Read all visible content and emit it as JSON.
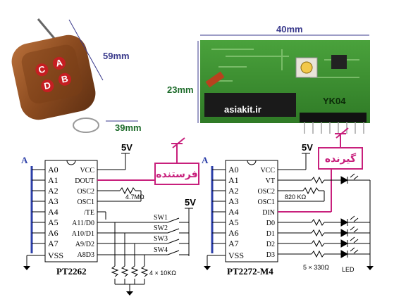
{
  "photo": {
    "remote_width": "59mm",
    "remote_height": "39mm",
    "module_width": "40mm",
    "module_height": "23mm",
    "brand": "asiakit.ir",
    "module_label": "YK04",
    "button_labels": [
      "C",
      "A",
      "D",
      "B"
    ]
  },
  "transmitter": {
    "bus_label": "A",
    "left_pins": [
      "A0",
      "A1",
      "A2",
      "A3",
      "A4",
      "A5",
      "A6",
      "A7",
      "VSS"
    ],
    "right_pins": [
      "VCC",
      "DOUT",
      "OSC2",
      "OSC1",
      "/TE",
      "A11/D0",
      "A10/D1",
      "A9/D2",
      "A8D3"
    ],
    "chip_name": "PT2262",
    "supply_label": "5V",
    "supply_label_2": "5V",
    "osc_resistor": "4.7MΩ",
    "switches": [
      "SW1",
      "SW2",
      "SW3",
      "SW4"
    ],
    "pull_resistors": "4 × 10KΩ",
    "title_fa": "فرستنده"
  },
  "receiver": {
    "bus_label": "A",
    "left_pins": [
      "A0",
      "A1",
      "A2",
      "A3",
      "A4",
      "A5",
      "A6",
      "A7",
      "VSS"
    ],
    "right_pins": [
      "VCC",
      "VT",
      "OSC2",
      "OSC1",
      "DIN",
      "D0",
      "D1",
      "D2",
      "D3"
    ],
    "chip_name": "PT2272-M4",
    "supply_label": "5V",
    "osc_resistor": "820 KΩ",
    "led_resistors": "5 × 330Ω",
    "led_label": "LED",
    "title_fa": "گیرنده"
  },
  "colors": {
    "bus": "#2c3fa8",
    "accent": "#c8207c",
    "dimension": "#3a3a8c",
    "dimension_green": "#1d6b2a"
  }
}
